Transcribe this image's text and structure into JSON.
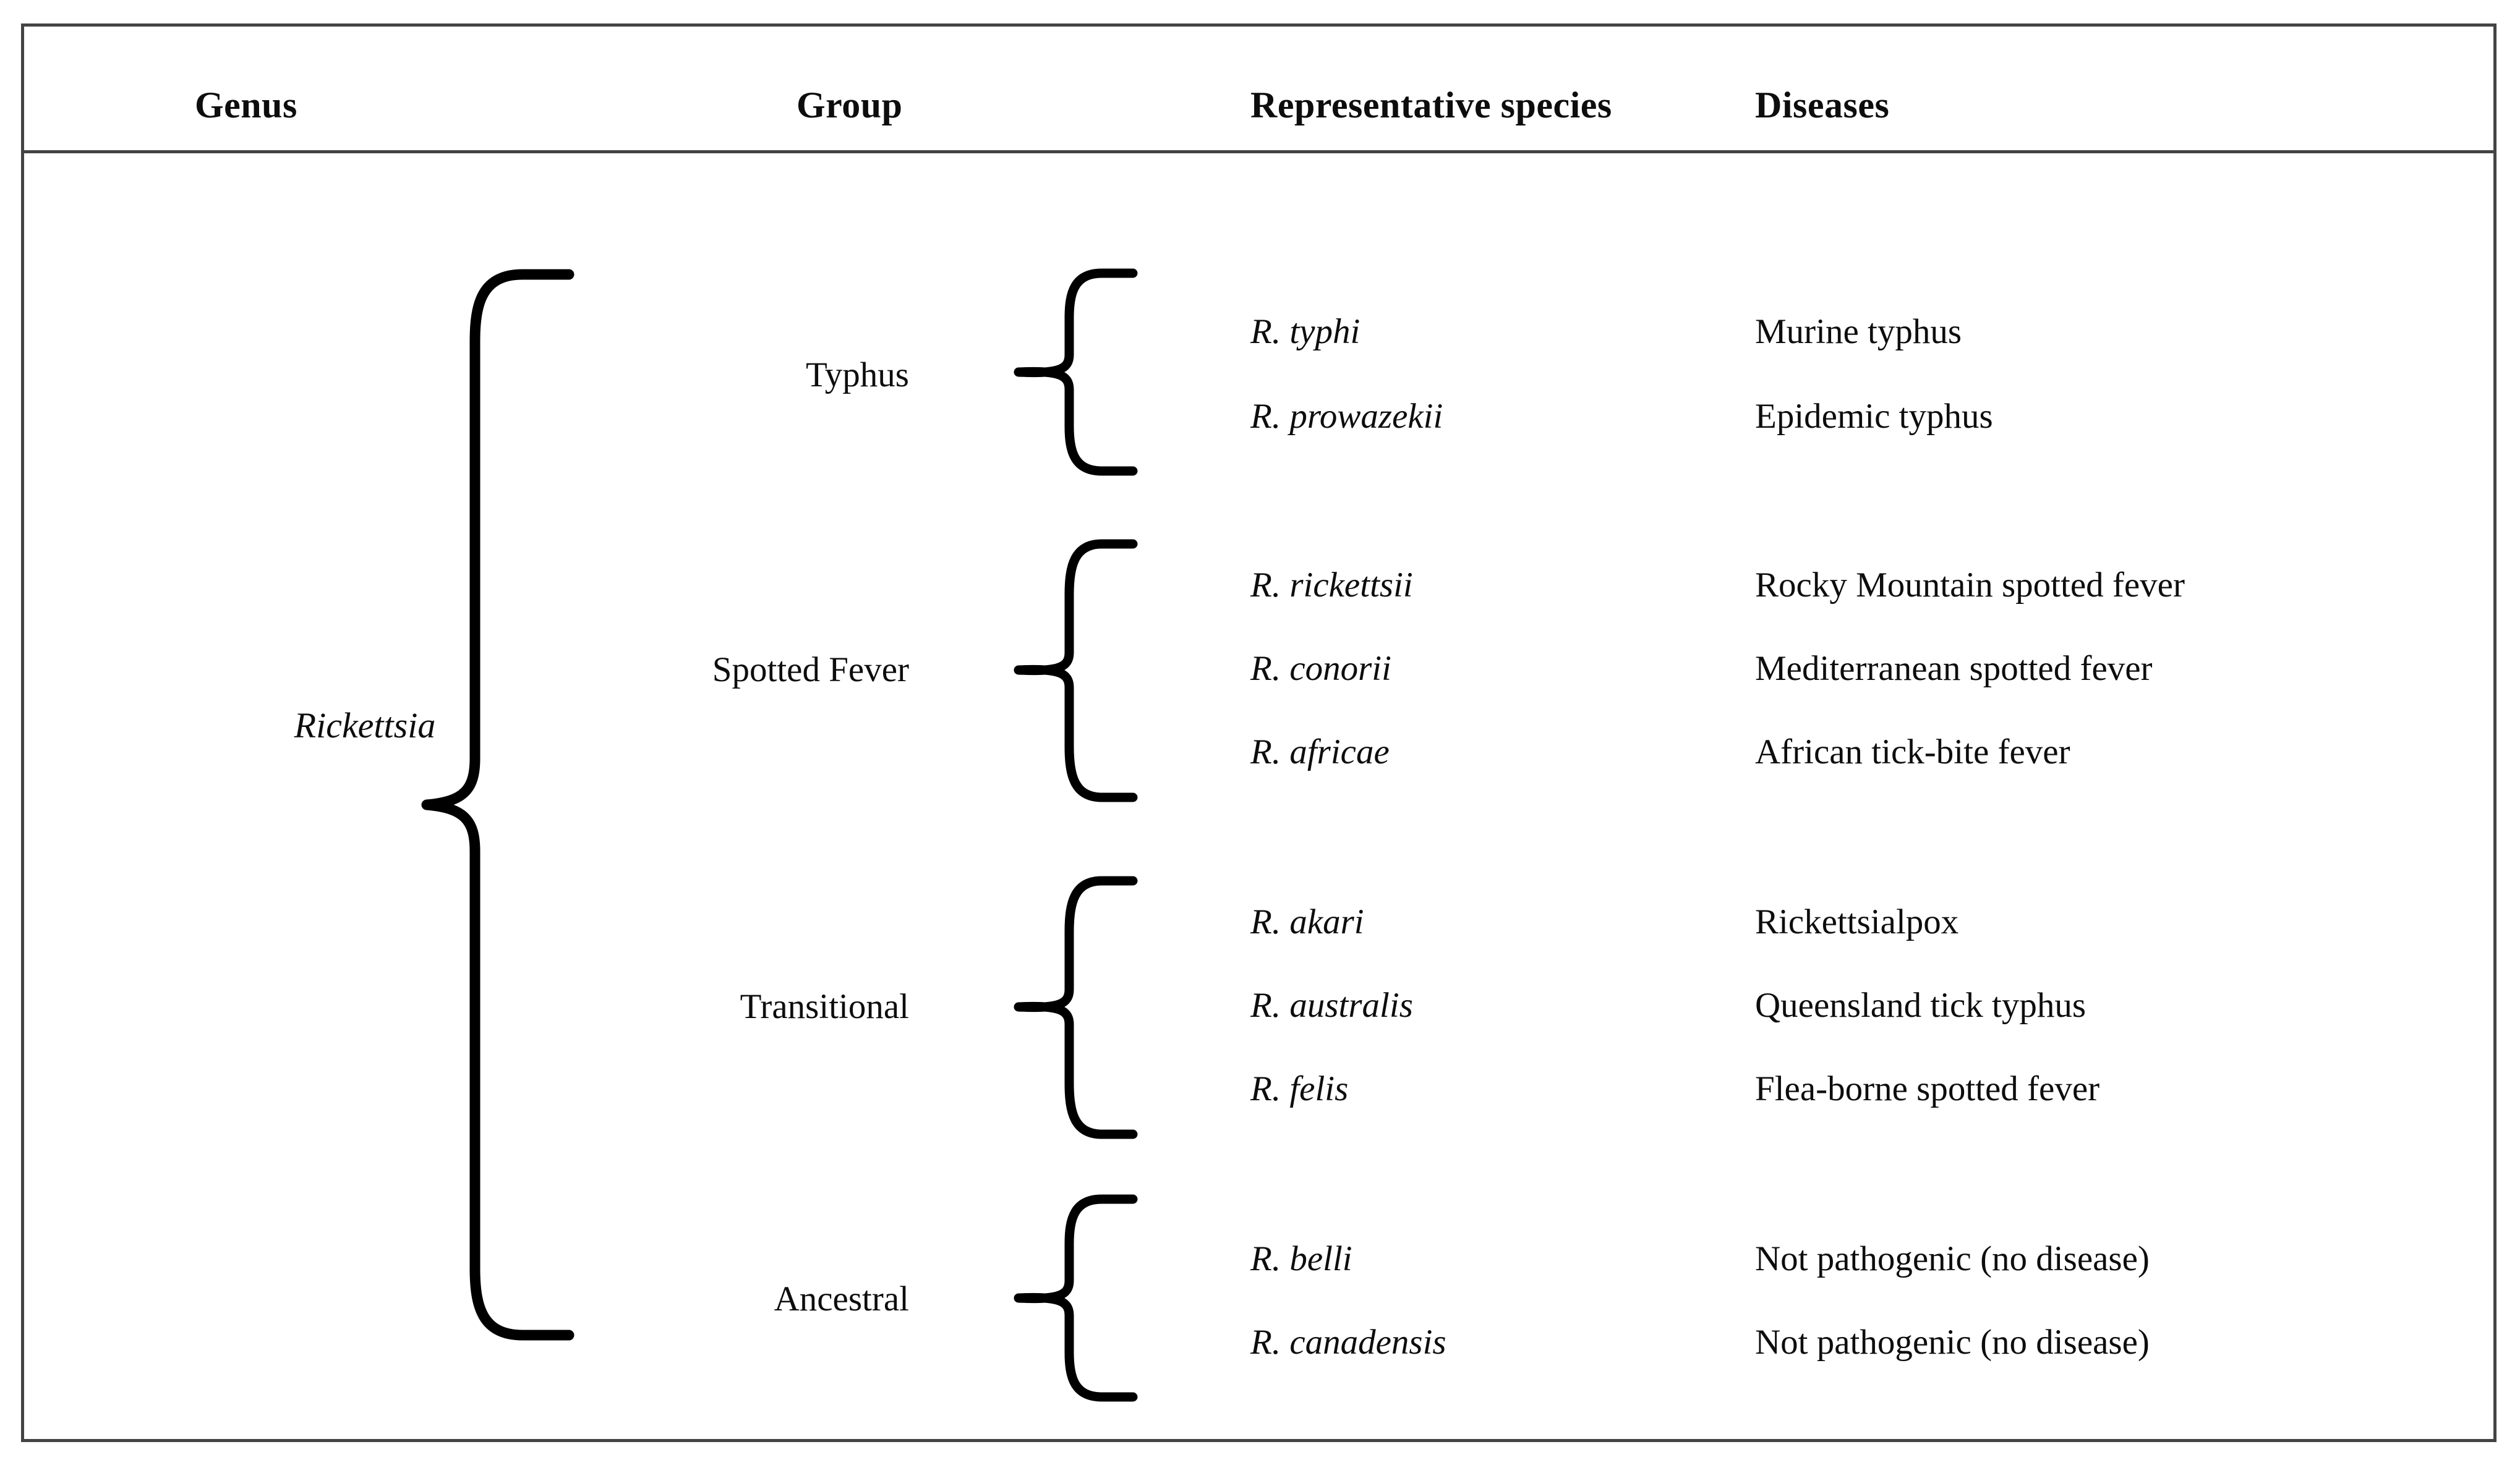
{
  "table": {
    "headers": {
      "genus": "Genus",
      "group": "Group",
      "species": "Representative species",
      "diseases": "Diseases"
    },
    "genus": "Rickettsia",
    "border_color": "#444444",
    "text_color": "#0d0d0d",
    "groups": [
      {
        "name": "Typhus",
        "rows": [
          {
            "species": "R. typhi",
            "disease": "Murine typhus"
          },
          {
            "species": "R. prowazekii",
            "disease": "Epidemic typhus"
          }
        ]
      },
      {
        "name": "Spotted Fever",
        "rows": [
          {
            "species": "R. rickettsii",
            "disease": "Rocky Mountain spotted fever"
          },
          {
            "species": "R. conorii",
            "disease": "Mediterranean spotted fever"
          },
          {
            "species": "R. africae",
            "disease": "African tick-bite fever"
          }
        ]
      },
      {
        "name": "Transitional",
        "rows": [
          {
            "species": "R. akari",
            "disease": "Rickettsialpox"
          },
          {
            "species": "R. australis",
            "disease": "Queensland tick typhus"
          },
          {
            "species": "R. felis",
            "disease": "Flea-borne spotted fever"
          }
        ]
      },
      {
        "name": "Ancestral",
        "rows": [
          {
            "species": "R. belli",
            "disease": "Not pathogenic (no disease)"
          },
          {
            "species": "R. canadensis",
            "disease": "Not pathogenic (no disease)"
          }
        ]
      }
    ]
  }
}
